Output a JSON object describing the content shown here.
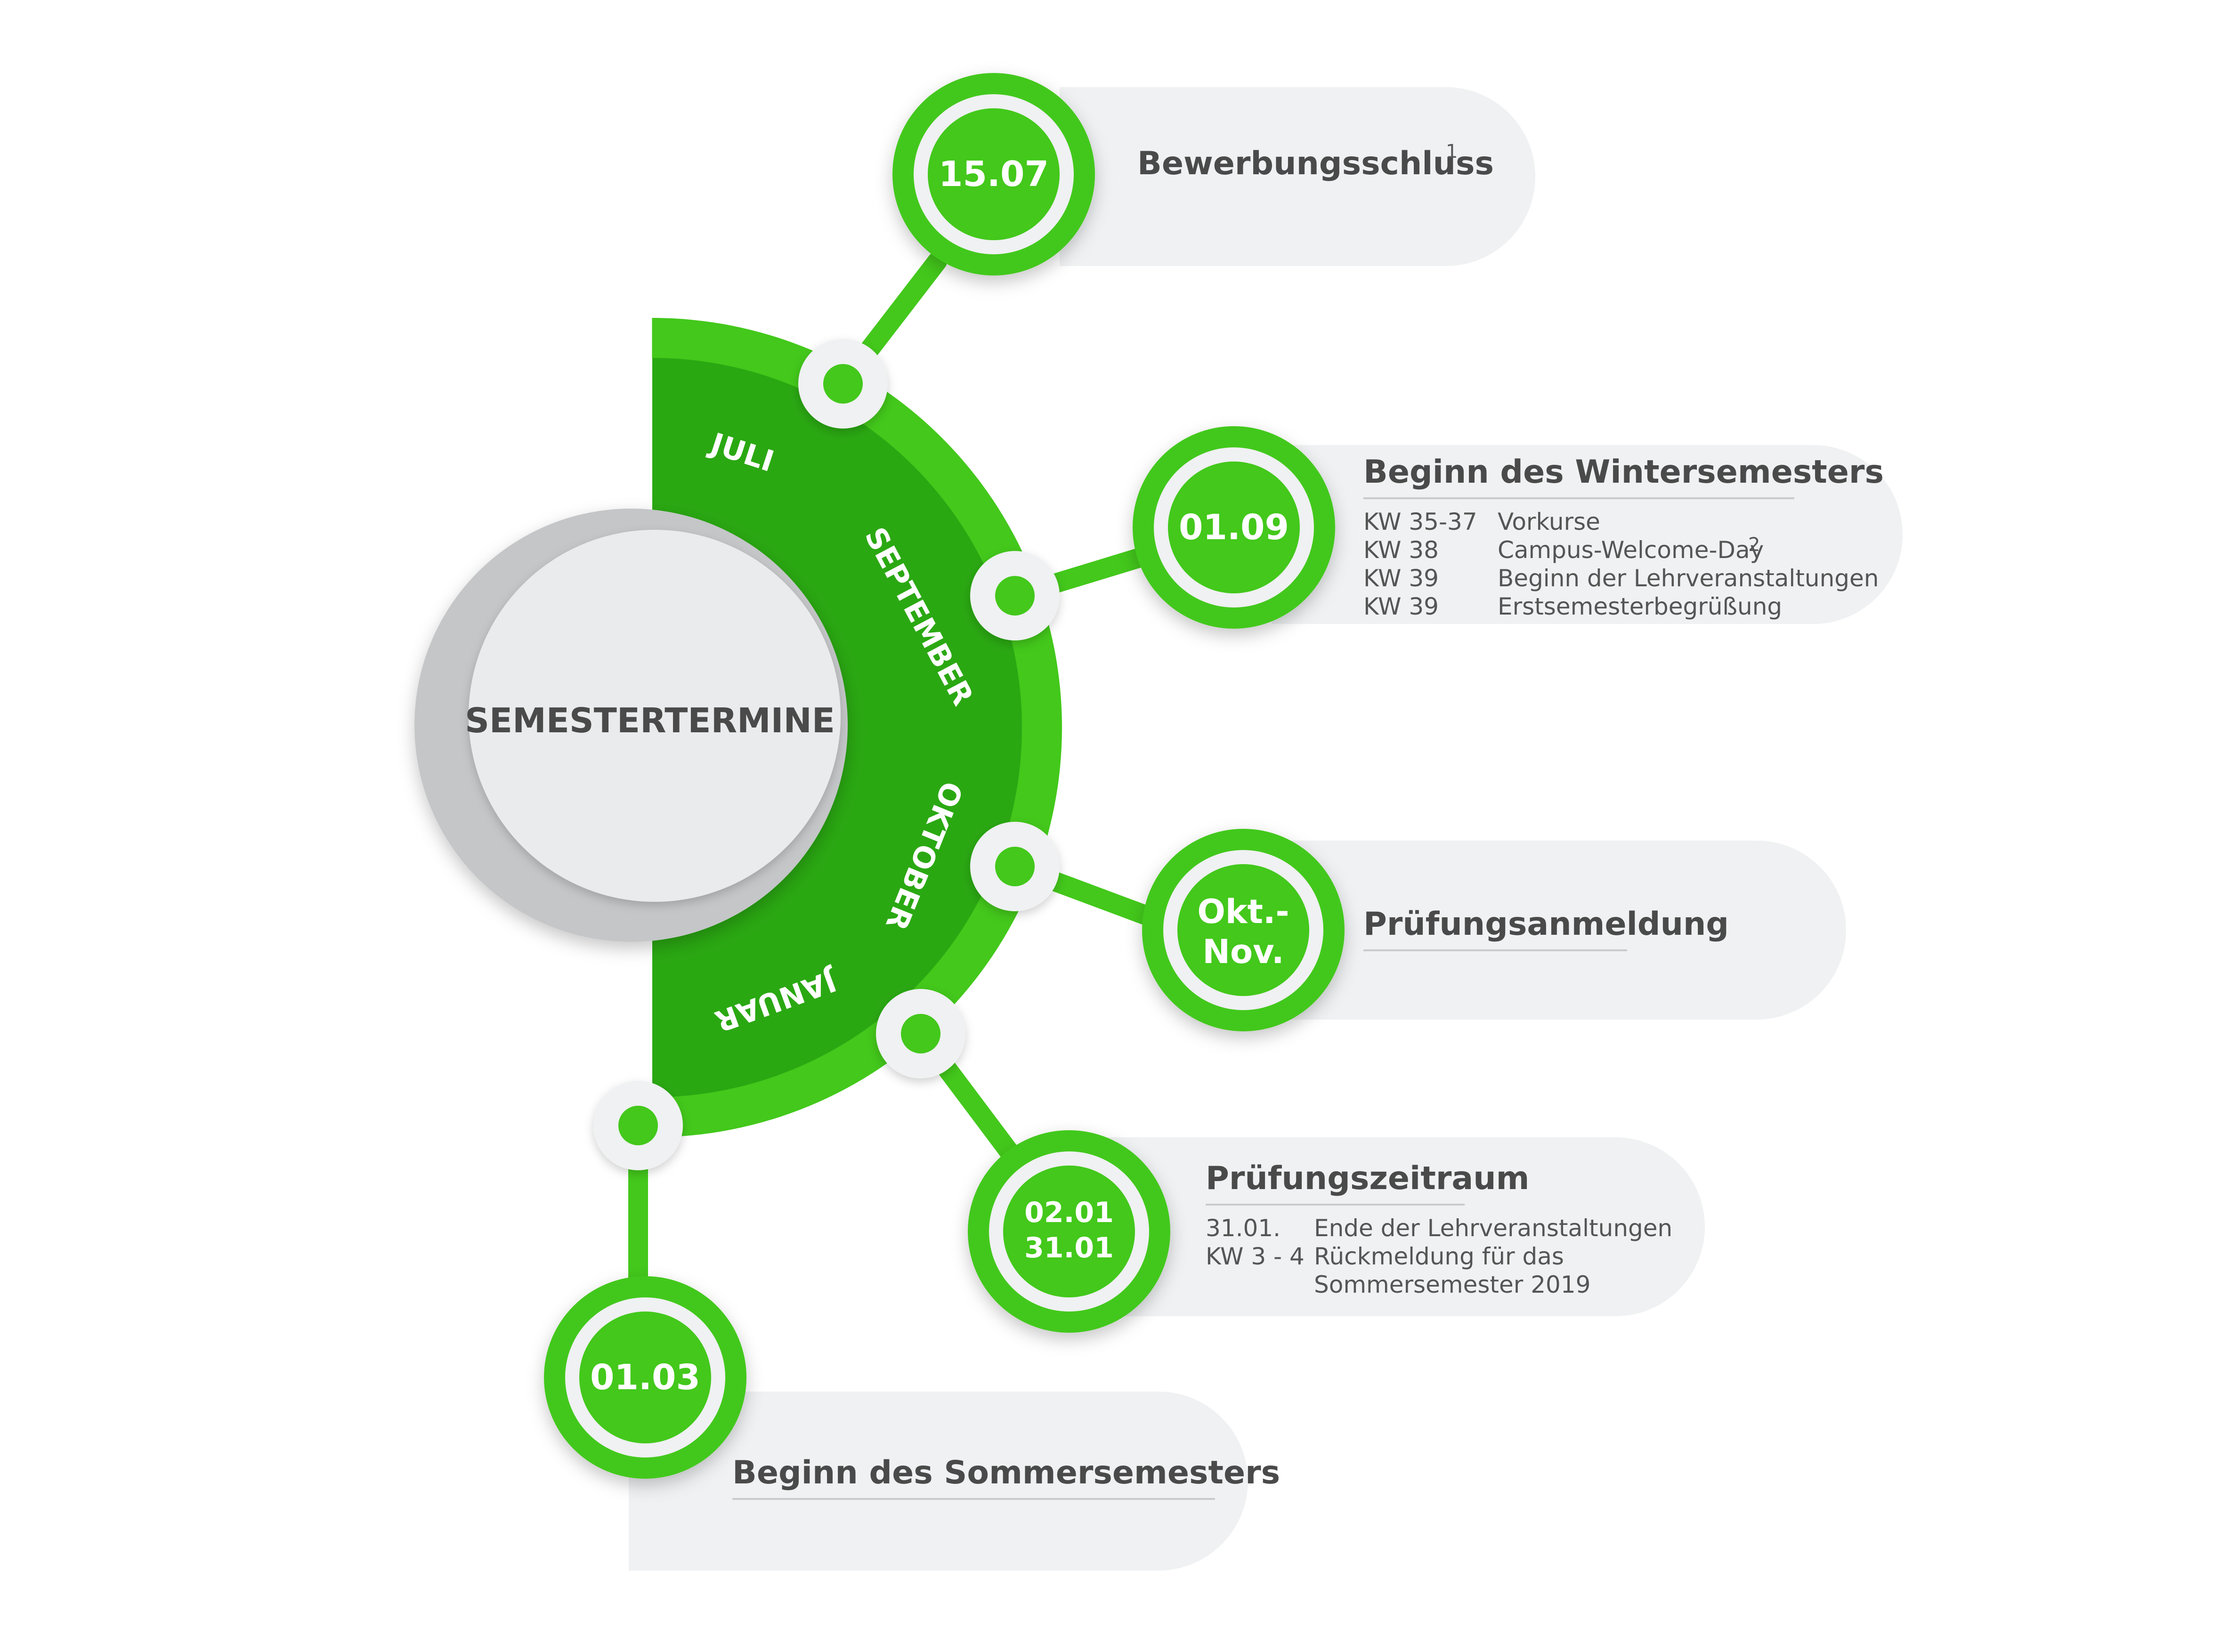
{
  "colors": {
    "green": "#43c81b",
    "green_dark": "#2ea50f",
    "panel": "#eff1f2",
    "hub_ring": "#c4c6c8",
    "hub_face": "#e9ebec",
    "text": "#4a4a4a"
  },
  "hub": {
    "label": "SEMESTERTERMINE"
  },
  "months": [
    "JULI",
    "SEPTEMBER",
    "OKTOBER",
    "JANUAR"
  ],
  "events": {
    "bewerbung": {
      "date": "15.07",
      "title": "Bewerbungsschluss",
      "sup": "1"
    },
    "winter": {
      "date": "01.09",
      "title": "Beginn des Wintersemesters",
      "rows": [
        {
          "key": "KW 35-37",
          "value": "Vorkurse"
        },
        {
          "key": "KW 38",
          "value": "Campus-Welcome-Day",
          "sup": "2"
        },
        {
          "key": "KW 39",
          "value": "Beginn der Lehrveranstaltungen"
        },
        {
          "key": "KW 39",
          "value": "Erstsemesterbegrüßung"
        }
      ]
    },
    "anmeldung": {
      "date_line1": "Okt.-",
      "date_line2": "Nov.",
      "title": "Prüfungsanmeldung"
    },
    "zeitraum": {
      "date_line1": "02.01",
      "date_line2": "31.01",
      "title": "Prüfungszeitraum",
      "rows": [
        {
          "key": "31.01.",
          "value": "Ende der Lehrveranstaltungen"
        },
        {
          "key": "KW 3 - 4",
          "value": "Rückmeldung für das"
        },
        {
          "key": "",
          "value": "Sommersemester 2019"
        }
      ]
    },
    "sommer": {
      "date": "01.03",
      "title": "Beginn des Sommersemesters"
    }
  }
}
